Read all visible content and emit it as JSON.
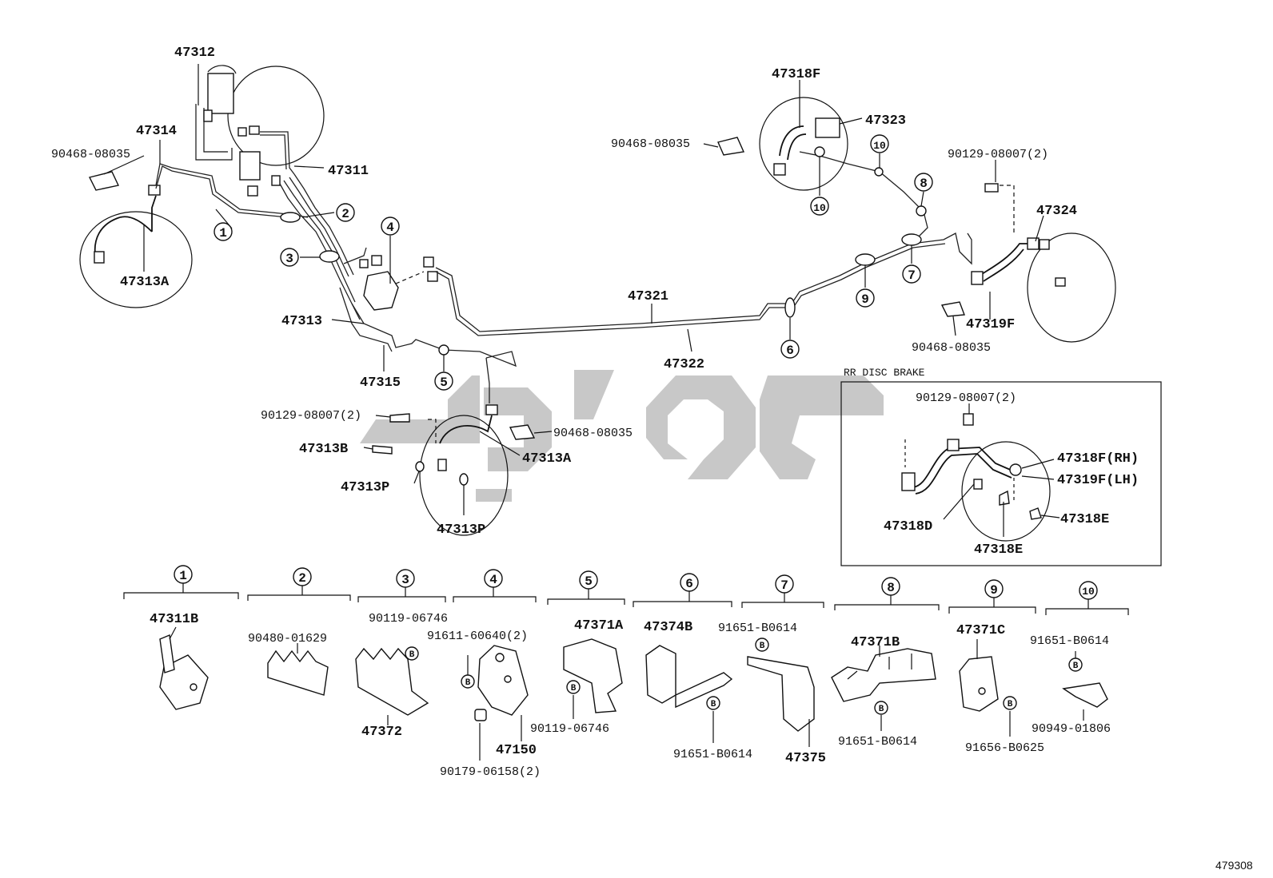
{
  "diagram": {
    "code": "479308",
    "inset_title": "RR DISC BRAKE",
    "watermark_icon": "watermark-logo-icon",
    "labels": {
      "p47312": "47312",
      "p47314": "47314",
      "p47311": "47311",
      "p90468_a": "90468-08035",
      "p47313A_a": "47313A",
      "p47313": "47313",
      "p47315": "47315",
      "p90129_a": "90129-08007(2)",
      "p47313B": "47313B",
      "p47313P_a": "47313P",
      "p47313P_b": "47313P",
      "p47313A_b": "47313A",
      "p90468_b": "90468-08035",
      "p47321": "47321",
      "p47322": "47322",
      "p47318F": "47318F",
      "p47323": "47323",
      "p90468_c": "90468-08035",
      "p90129_b": "90129-08007(2)",
      "p47324": "47324",
      "p47319F": "47319F",
      "p90468_d": "90468-08035",
      "i90129": "90129-08007(2)",
      "i47318F": "47318F(RH)",
      "i47319F": "47319F(LH)",
      "i47318D": "47318D",
      "i47318E_a": "47318E",
      "i47318E_b": "47318E",
      "b47311B": "47311B",
      "b90480": "90480-01629",
      "b90119_a": "90119-06746",
      "b47372": "47372",
      "b91611": "91611-60640(2)",
      "b90179": "90179-06158(2)",
      "b47150": "47150",
      "b47371A": "47371A",
      "b90119_b": "90119-06746",
      "b47374B": "47374B",
      "b91651_a": "91651-B0614",
      "b91651_b": "91651-B0614",
      "b47375": "47375",
      "b47371B": "47371B",
      "b91651_c": "91651-B0614",
      "b47371C": "47371C",
      "b91656": "91656-B0625",
      "b91651_d": "91651-B0614",
      "b90949": "90949-01806"
    },
    "callouts": {
      "c1": "1",
      "c2": "2",
      "c3": "3",
      "c4": "4",
      "c5": "5",
      "c6": "6",
      "c7": "7",
      "c8": "8",
      "c9": "9",
      "c10a": "10",
      "c10b": "10"
    },
    "bottom_headers": {
      "h1": "1",
      "h2": "2",
      "h3": "3",
      "h4": "4",
      "h5": "5",
      "h6": "6",
      "h7": "7",
      "h8": "8",
      "h9": "9",
      "h10": "10"
    },
    "bolt_mark": "B"
  }
}
